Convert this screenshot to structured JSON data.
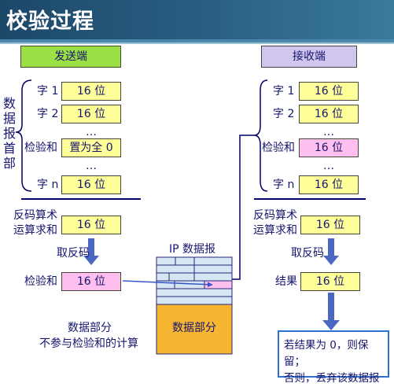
{
  "title": "校验过程",
  "sender": {
    "header": "发送端",
    "vertical_label": [
      "数",
      "据",
      "报",
      "首",
      "部"
    ],
    "rows": [
      {
        "label": "字 1",
        "value": "16 位"
      },
      {
        "label": "字 2",
        "value": "16 位"
      },
      {
        "label": "检验和",
        "value": "置为全 0"
      },
      {
        "label": "字 n",
        "value": "16 位"
      }
    ],
    "ellipsis": "…",
    "sum_label_line1": "反码算术",
    "sum_label_line2": "运算求和",
    "sum_value": "16 位",
    "complement_label": "取反码",
    "checksum_label": "检验和",
    "checksum_value": "16 位",
    "note_line1": "数据部分",
    "note_line2": "不参与检验和的计算"
  },
  "ip_datagram": {
    "label": "IP 数据报",
    "data_label": "数据部分"
  },
  "receiver": {
    "header": "接收端",
    "rows": [
      {
        "label": "字 1",
        "value": "16 位"
      },
      {
        "label": "字 2",
        "value": "16 位"
      },
      {
        "label": "检验和",
        "value": "16 位"
      },
      {
        "label": "字 n",
        "value": "16 位"
      }
    ],
    "ellipsis": "…",
    "sum_label_line1": "反码算术",
    "sum_label_line2": "运算求和",
    "sum_value": "16 位",
    "complement_label": "取反码",
    "result_label": "结果",
    "result_value": "16 位",
    "conclusion_line1": "若结果为 0，则保留；",
    "conclusion_line2": "否则，丢弃该数据报"
  },
  "colors": {
    "banner": "#1c4868",
    "word_box": "#ffff9a",
    "checksum_box": "#ffbfef",
    "sender_header": "#9be045",
    "receiver_header": "#d2c6ee",
    "data_part": "#f7b632",
    "arrow": "#4a68c2",
    "line": "#000066"
  }
}
